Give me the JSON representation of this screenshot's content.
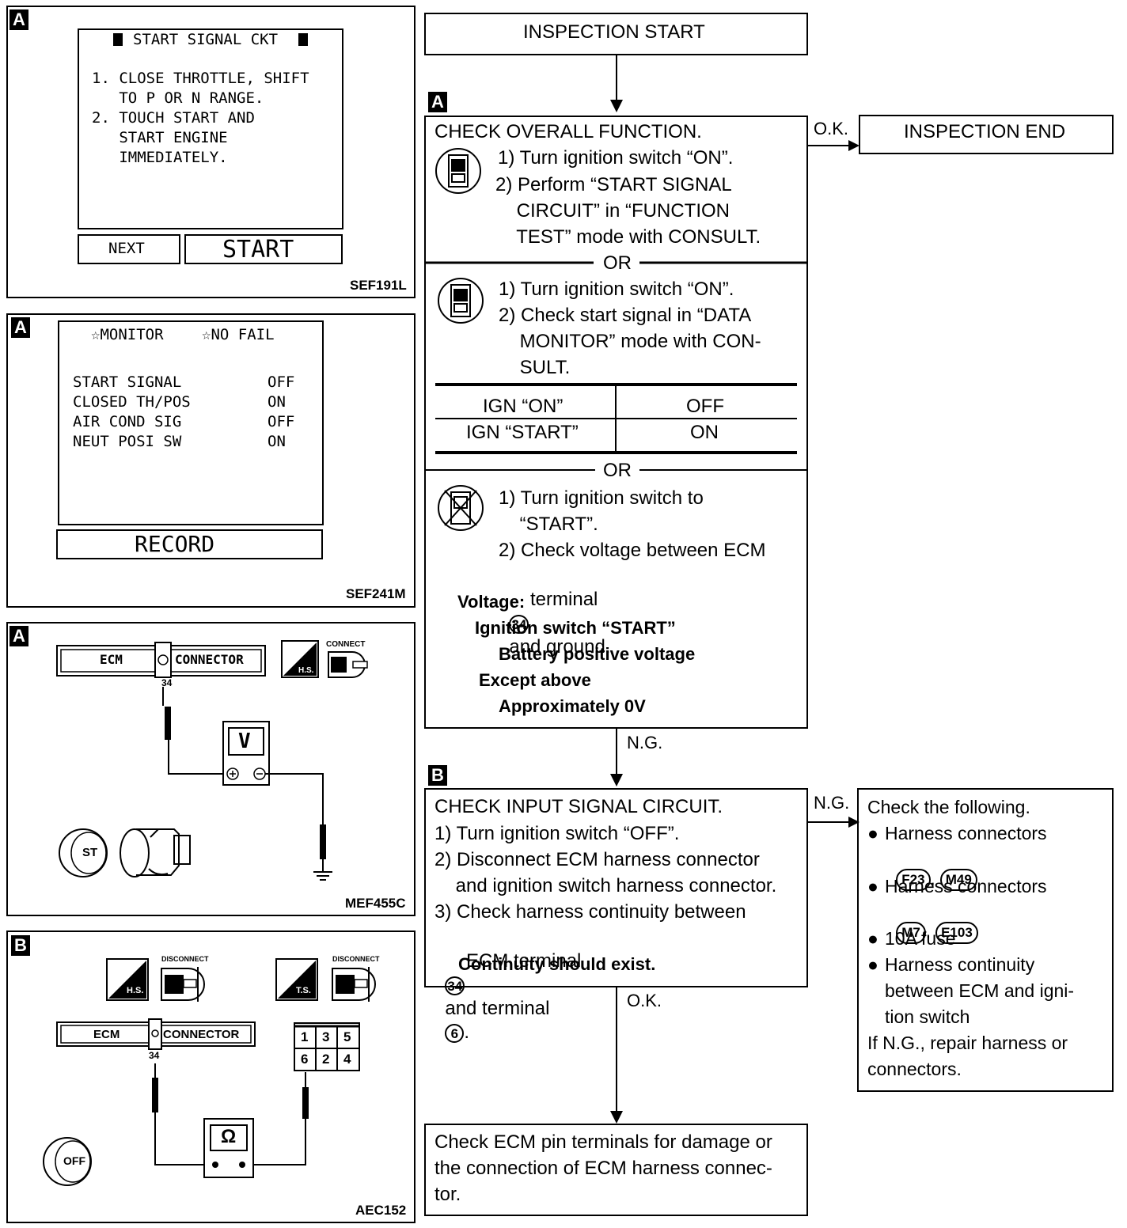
{
  "panels": [
    {
      "label": "A",
      "ref": "SEF191L",
      "screen_title": "START SIGNAL CKT",
      "screen_lines": [
        "1. CLOSE THROTTLE, SHIFT",
        "   TO P OR N RANGE.",
        "2. TOUCH START AND",
        "   START ENGINE",
        "   IMMEDIATELY."
      ],
      "buttons": [
        "NEXT",
        "START"
      ]
    },
    {
      "label": "A",
      "ref": "SEF241M",
      "header_left": "☆MONITOR",
      "header_right": "☆NO FAIL",
      "rows": [
        {
          "name": "START SIGNAL",
          "value": "OFF"
        },
        {
          "name": "CLOSED TH/POS",
          "value": "ON"
        },
        {
          "name": "AIR COND SIG",
          "value": "OFF"
        },
        {
          "name": "NEUT POSI SW",
          "value": "ON"
        }
      ],
      "button": "RECORD"
    },
    {
      "label": "A",
      "ref": "MEF455C",
      "ecm": "ECM",
      "connector": "CONNECTOR",
      "terminal": "34",
      "hs": "H.S.",
      "connect": "CONNECT",
      "meter": "V",
      "switch": "ST"
    },
    {
      "label": "B",
      "ref": "AEC152",
      "ecm": "ECM",
      "connector": "CONNECTOR",
      "terminal": "34",
      "hs": "H.S.",
      "ts": "T.S.",
      "disconnect": "DISCONNECT",
      "meter": "Ω",
      "switch": "OFF",
      "pins_top": [
        "1",
        "3",
        "5"
      ],
      "pins_bottom": [
        "6",
        "2",
        "4"
      ]
    }
  ],
  "flow": {
    "start": "INSPECTION START",
    "end": "INSPECTION END",
    "ok": "O.K.",
    "ng": "N.G.",
    "or": "OR",
    "label_a": "A",
    "label_b": "B",
    "check_a": {
      "title": "CHECK OVERALL FUNCTION.",
      "opt1": [
        "1) Turn ignition switch “ON”.",
        "2) Perform “START SIGNAL",
        "    CIRCUIT” in “FUNCTION",
        "    TEST” mode with CONSULT."
      ],
      "opt2": [
        "1) Turn ignition switch “ON”.",
        "2) Check start signal in “DATA",
        "    MONITOR” mode with CON-",
        "    SULT."
      ],
      "table": [
        [
          "IGN “ON”",
          "OFF"
        ],
        [
          "IGN “START”",
          "ON"
        ]
      ],
      "opt3": [
        "1) Turn ignition switch to",
        "    “START”.",
        "2) Check voltage between ECM",
        "    terminal",
        "and ground."
      ],
      "terminal": "34",
      "spec": [
        "Voltage:",
        "Ignition switch “START”",
        "Battery positive voltage",
        "Except above",
        "Approximately 0V"
      ]
    },
    "check_b": {
      "title": "CHECK INPUT SIGNAL CIRCUIT.",
      "lines": [
        "1) Turn ignition switch “OFF”.",
        "2) Disconnect ECM harness connector",
        "    and ignition switch harness connector.",
        "3) Check harness continuity between",
        "    ECM terminal",
        "and terminal",
        "Continuity should exist."
      ],
      "t1": "34",
      "t2": "6"
    },
    "ng_box": {
      "title": "Check the following.",
      "items": [
        "Harness connectors",
        "Harness connectors",
        "10A fuse",
        "Harness continuity",
        "between ECM and igni-",
        "tion switch"
      ],
      "conn1": [
        "F23",
        "M49"
      ],
      "conn2": [
        "M7",
        "E103"
      ],
      "footer": [
        "If N.G., repair harness or",
        "connectors."
      ]
    },
    "final": [
      "Check ECM pin terminals for damage or",
      "the connection of ECM harness connec-",
      "tor."
    ]
  }
}
